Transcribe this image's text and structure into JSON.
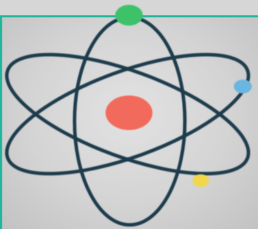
{
  "image": {
    "subject": "atom-illustration",
    "colors": {
      "background": "#d3d3d3",
      "frame_border": "#1fb59a",
      "orbit": "#1e3a4c",
      "nucleus": "#f26b5b",
      "electron_top": "#3cc26a",
      "electron_right": "#6bb6e0",
      "electron_bottom": "#f2d64b"
    },
    "elements": [
      "nucleus",
      "vertical-orbit",
      "tilted-orbit-left",
      "tilted-orbit-right",
      "electron-green",
      "electron-blue",
      "electron-yellow"
    ]
  }
}
